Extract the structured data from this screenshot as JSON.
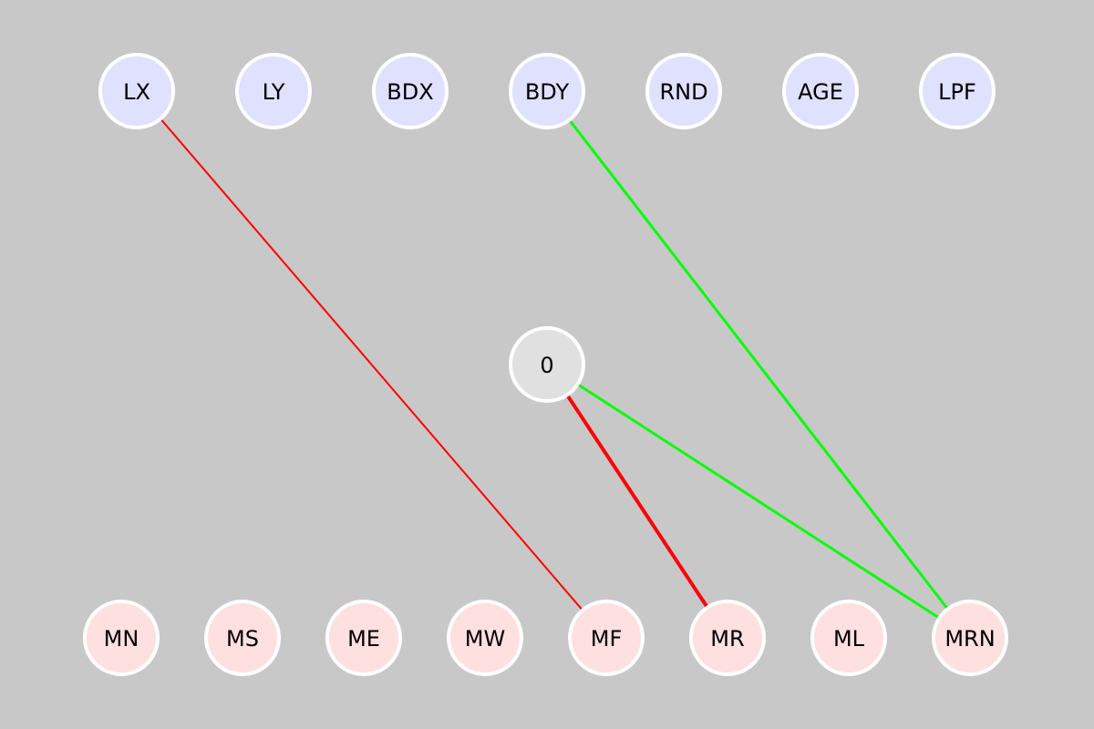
{
  "colors": {
    "background": "#c8c8c8",
    "input_fill": "#e0e0ff",
    "output_fill": "#ffe0e0",
    "hidden_fill": "#e0e0e0",
    "node_stroke": "#ffffff",
    "positive_edge": "#00ff00",
    "negative_edge": "#ff0000"
  },
  "network": {
    "inputs": [
      {
        "id": "LX",
        "label": "LX"
      },
      {
        "id": "LY",
        "label": "LY"
      },
      {
        "id": "BDX",
        "label": "BDX"
      },
      {
        "id": "BDY",
        "label": "BDY"
      },
      {
        "id": "RND",
        "label": "RND"
      },
      {
        "id": "AGE",
        "label": "AGE"
      },
      {
        "id": "LPF",
        "label": "LPF"
      }
    ],
    "hidden": [
      {
        "id": "0",
        "label": "0"
      }
    ],
    "outputs": [
      {
        "id": "MN",
        "label": "MN"
      },
      {
        "id": "MS",
        "label": "MS"
      },
      {
        "id": "ME",
        "label": "ME"
      },
      {
        "id": "MW",
        "label": "MW"
      },
      {
        "id": "MF",
        "label": "MF"
      },
      {
        "id": "MR",
        "label": "MR"
      },
      {
        "id": "ML",
        "label": "ML"
      },
      {
        "id": "MRN",
        "label": "MRN"
      }
    ],
    "connections": [
      {
        "from": "LX",
        "to": "MF",
        "sign": "negative",
        "strength": 1
      },
      {
        "from": "BDY",
        "to": "MRN",
        "sign": "positive",
        "strength": 2
      },
      {
        "from": "0",
        "to": "MR",
        "sign": "negative",
        "strength": 3
      },
      {
        "from": "0",
        "to": "MRN",
        "sign": "positive",
        "strength": 2
      }
    ]
  }
}
